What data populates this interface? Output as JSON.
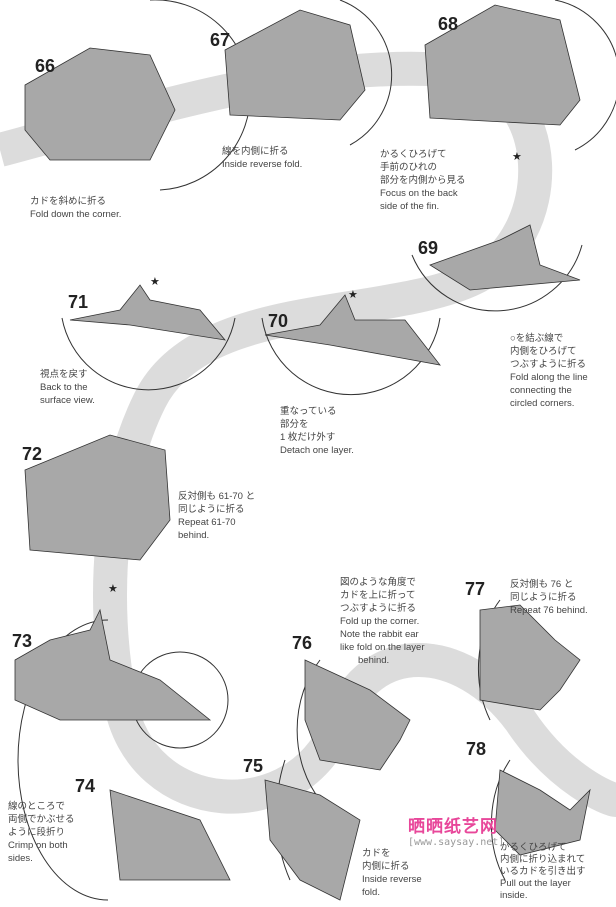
{
  "colors": {
    "paper": "#a8a8a8",
    "paper_dark": "#8c8c8c",
    "band": "#dcdcdc",
    "watermark": "#e8479a"
  },
  "steps": [
    {
      "num": "66",
      "lines": [
        "カドを斜めに折る",
        "Fold down the corner."
      ]
    },
    {
      "num": "67",
      "lines": [
        "線を内側に折る",
        "Inside reverse fold."
      ]
    },
    {
      "num": "68",
      "lines": [
        "かるくひろげて",
        "手前のひれの",
        "部分を内側から見る",
        "Focus on the back",
        "side of the fin."
      ]
    },
    {
      "num": "69",
      "lines": [
        "○を結ぶ線で",
        "内側をひろげて",
        "つぶすように折る",
        "Fold along the line",
        "connecting the",
        "circled corners."
      ]
    },
    {
      "num": "70",
      "lines": [
        "重なっている",
        "部分を",
        "1 枚だけ外す",
        "Detach one layer."
      ]
    },
    {
      "num": "71",
      "lines": [
        "視点を戻す",
        "Back to the",
        "surface view."
      ]
    },
    {
      "num": "72",
      "lines": [
        "反対側も 61-70 と",
        "同じように折る",
        "Repeat 61-70",
        "behind."
      ]
    },
    {
      "num": "73",
      "lines": []
    },
    {
      "num": "74",
      "lines": [
        "線のところで",
        "両側でかぶせる",
        "ように段折り",
        "Crimp on both",
        "sides."
      ]
    },
    {
      "num": "75",
      "lines": [
        "カドを",
        "内側に折る",
        "Inside reverse",
        "fold."
      ]
    },
    {
      "num": "76",
      "lines": [
        "図のような角度で",
        "カドを上に折って",
        "つぶすように折る",
        "Fold up the corner.",
        "Note the rabbit ear",
        "like fold on the layer",
        "behind."
      ]
    },
    {
      "num": "77",
      "lines": [
        "反対側も 76 と",
        "同じように折る",
        "Repeat 76 behind."
      ]
    },
    {
      "num": "78",
      "lines": [
        "かるくひろげて",
        "内側に折り込まれて",
        "いるカドを引き出す",
        "Pull out the layer",
        "inside."
      ]
    }
  ],
  "watermark": {
    "title": "晒晒纸艺网",
    "url": "[www.saysay.net]"
  }
}
